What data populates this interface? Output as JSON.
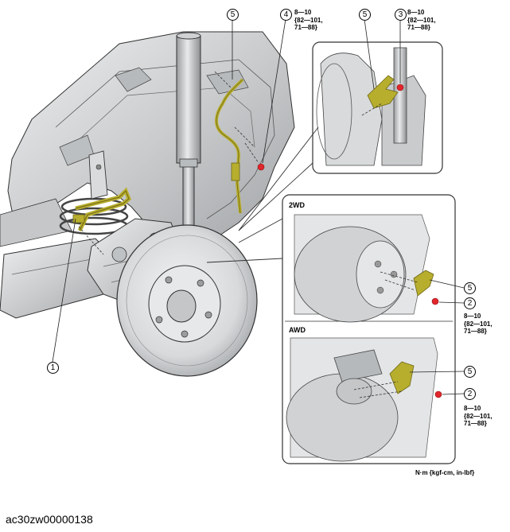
{
  "callouts": {
    "c1": "1",
    "c2_2wd": "2",
    "c2_awd": "2",
    "c3": "3",
    "c4": "4",
    "c5_top": "5",
    "c5_detail": "5",
    "c5_2wd": "5",
    "c5_awd": "5"
  },
  "torque": {
    "t4": [
      "8—10",
      "{82—101,",
      "71—88}"
    ],
    "t3": [
      "8—10",
      "{82—101,",
      "71—88}"
    ],
    "t2wd": [
      "8—10",
      "{82—101,",
      "71—88}"
    ],
    "tawd": [
      "8—10",
      "{82—101,",
      "71—88}"
    ]
  },
  "sections": {
    "twowd": "2WD",
    "awd": "AWD"
  },
  "units": "N·m {kgf-cm, in-lbf}",
  "doc_id": "ac30zw00000138",
  "colors": {
    "sensor": "#b8ae2e",
    "sensor_dark": "#6d6614",
    "bolt": "#e0262b",
    "metal": "#d4d6d8",
    "metal_dark": "#8f9294",
    "line": "#222222"
  }
}
